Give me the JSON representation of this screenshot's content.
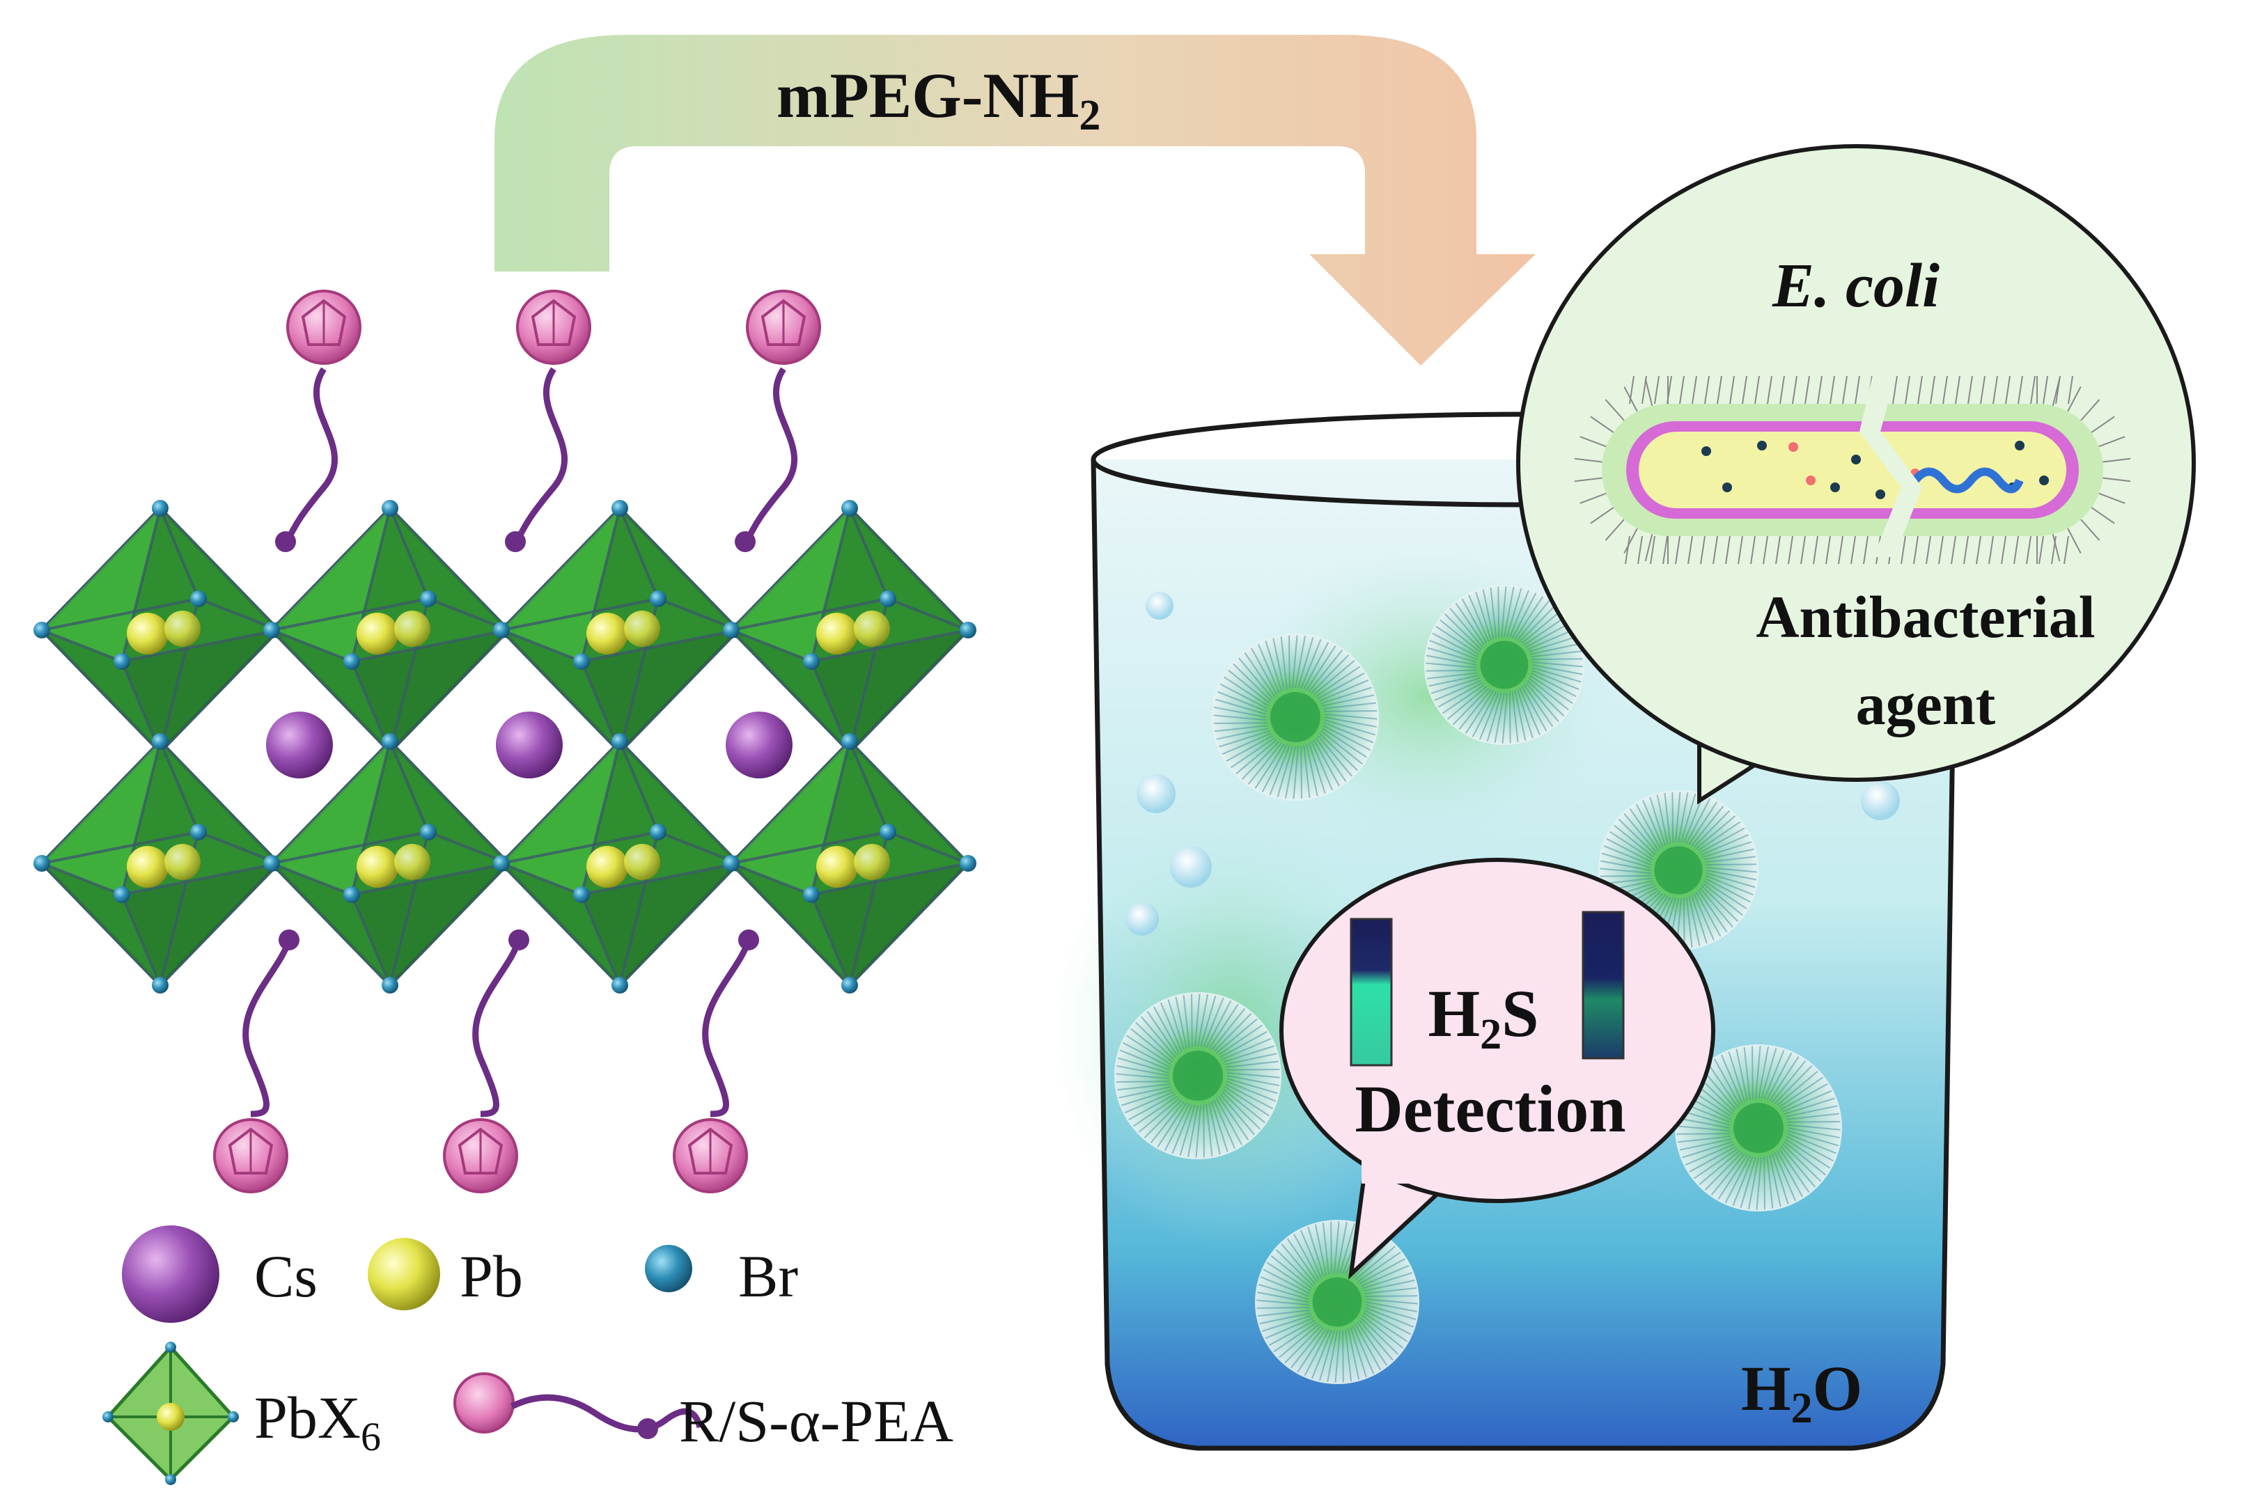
{
  "arrow": {
    "main": "mPEG-NH",
    "sub": "2"
  },
  "bubble_ecoli": {
    "title": "E. coli",
    "line1": "Antibacterial",
    "line2": "agent"
  },
  "bubble_h2s": {
    "h": "H",
    "sub": "2",
    "s": "S",
    "line2": "Detection"
  },
  "beaker": {
    "h": "H",
    "sub": "2",
    "o": "O"
  },
  "legend": {
    "cs": "Cs",
    "pb": "Pb",
    "br": "Br",
    "pbx_main": "PbX",
    "pbx_sub": "6",
    "pea": "R/S-α-PEA"
  },
  "colors": {
    "octahedron": "#2e9b2e",
    "cs_atom": "#8e4aa6",
    "pb_atom": "#e6e64a",
    "br_atom": "#2f8fb8",
    "ligand_head": "#d65aa6",
    "ligand_tail": "#6b2d86",
    "arrow_start": "#bfe3b4",
    "arrow_end": "#f2c4a6"
  }
}
